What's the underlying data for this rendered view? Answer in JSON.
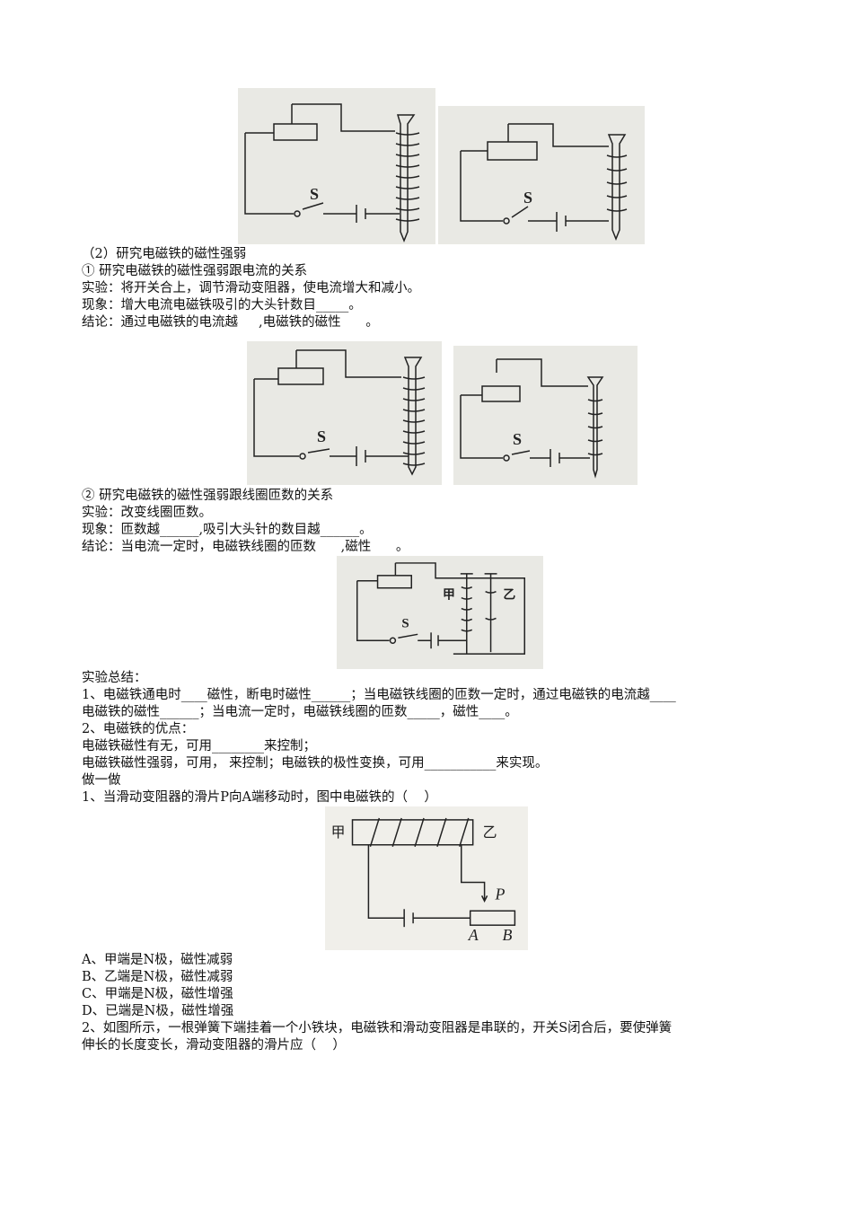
{
  "figures": {
    "switch_label": "S",
    "jia": "甲",
    "yi": "乙",
    "p": "P",
    "a": "A",
    "b": "B"
  },
  "section2": [
    "（2）研究电磁铁的磁性强弱",
    "① 研究电磁铁的磁性强弱跟电流的关系",
    "实验：将开关合上，调节滑动变阻器，使电流增大和减小。",
    "现象：增大电流电磁铁吸引的大头针数目_____。",
    "结论：通过电磁铁的电流越     ,电磁铁的磁性      。"
  ],
  "section3": [
    "② 研究电磁铁的磁性强弱跟线圈匝数的关系",
    "实验：改变线圈匝数。",
    "现象：匝数越______,吸引大头针的数目越______。",
    "结论：当电流一定时，电磁铁线圈的匝数      ,磁性      。"
  ],
  "summary": [
    "实验总结：",
    "1、电磁铁通电时____磁性，断电时磁性______；当电磁铁线圈的匝数一定时，通过电磁铁的电流越____",
    "电磁铁的磁性______；当电流一定时，电磁铁线圈的匝数_____，磁性____。",
    "2、电磁铁的优点：",
    "电磁铁磁性有无，可用________来控制；",
    "电磁铁磁性强弱，可用， 来控制；电磁铁的极性变换，可用___________来实现。",
    "做一做",
    "1、当滑动变阻器的滑片P向A端移动时，图中电磁铁的（    ）"
  ],
  "options": [
    "A、甲端是N极，磁性减弱",
    "B、乙端是N极，磁性减弱",
    "C、甲端是N极，磁性增强",
    "D、已端是N极，磁性增强",
    "2、如图所示，一根弹簧下端挂着一个小铁块，电磁铁和滑动变阻器是串联的，开关S闭合后，要使弹簧",
    "伸长的长度变长，滑动变阻器的滑片应（    ）"
  ]
}
